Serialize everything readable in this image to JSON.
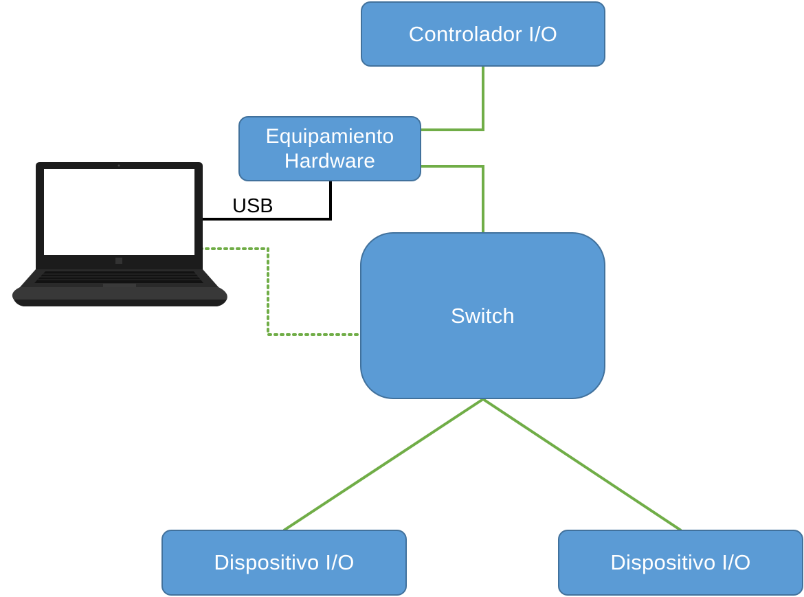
{
  "nodes": {
    "controlador": "Controlador I/O",
    "equipamiento_line1": "Equipamiento",
    "equipamiento_line2": "Hardware",
    "switch": "Switch",
    "dispositivo_left": "Dispositivo I/O",
    "dispositivo_right": "Dispositivo I/O"
  },
  "edges": {
    "usb_label": "USB"
  },
  "colors": {
    "node_fill": "#5b9bd5",
    "node_border": "#41719c",
    "node_text": "#ffffff",
    "ethernet_link": "#70ad47",
    "usb_link": "#000000"
  },
  "icons": {
    "computer": "laptop-icon"
  }
}
